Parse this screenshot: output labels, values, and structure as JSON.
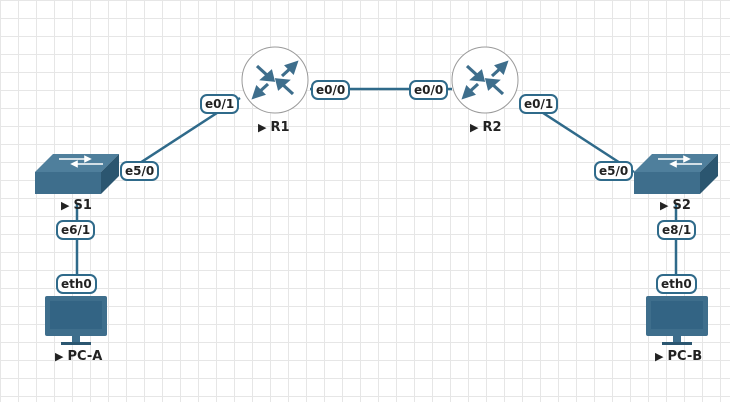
{
  "devices": {
    "r1": {
      "name": "R1",
      "icon": "router-icon"
    },
    "r2": {
      "name": "R2",
      "icon": "router-icon"
    },
    "s1": {
      "name": "S1",
      "icon": "switch-icon"
    },
    "s2": {
      "name": "S2",
      "icon": "switch-icon"
    },
    "pca": {
      "name": "PC-A",
      "icon": "pc-icon"
    },
    "pcb": {
      "name": "PC-B",
      "icon": "pc-icon"
    }
  },
  "ports": {
    "r1_left": "e0/1",
    "r1_right": "e0/0",
    "r2_left": "e0/0",
    "r2_right": "e0/1",
    "s1_up": "e5/0",
    "s1_down": "e6/1",
    "s2_up": "e5/0",
    "s2_down": "e8/1",
    "pca": "eth0",
    "pcb": "eth0"
  },
  "colors": {
    "device": "#3e6e8c",
    "device_dark": "#2b5670",
    "link": "#2f6a8a",
    "grid": "#e6e6e6",
    "background": "#ffffff"
  }
}
